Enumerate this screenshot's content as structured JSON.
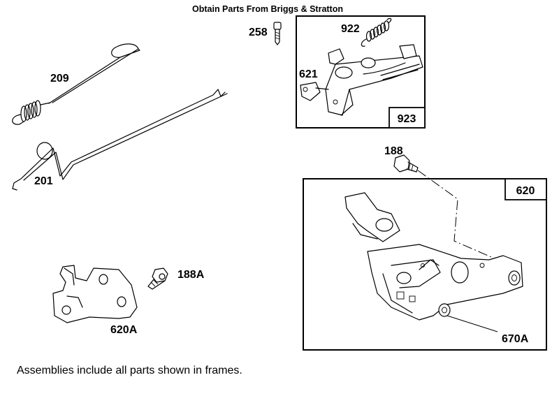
{
  "header": {
    "title": "Obtain Parts From Briggs & Stratton"
  },
  "parts": {
    "p209": "209",
    "p201": "201",
    "p258": "258",
    "p922": "922",
    "p621": "621",
    "p923": "923",
    "p188": "188",
    "p620": "620",
    "p670A": "670A",
    "p188A": "188A",
    "p620A": "620A"
  },
  "footer": {
    "note": "Assemblies include all parts shown in frames."
  }
}
